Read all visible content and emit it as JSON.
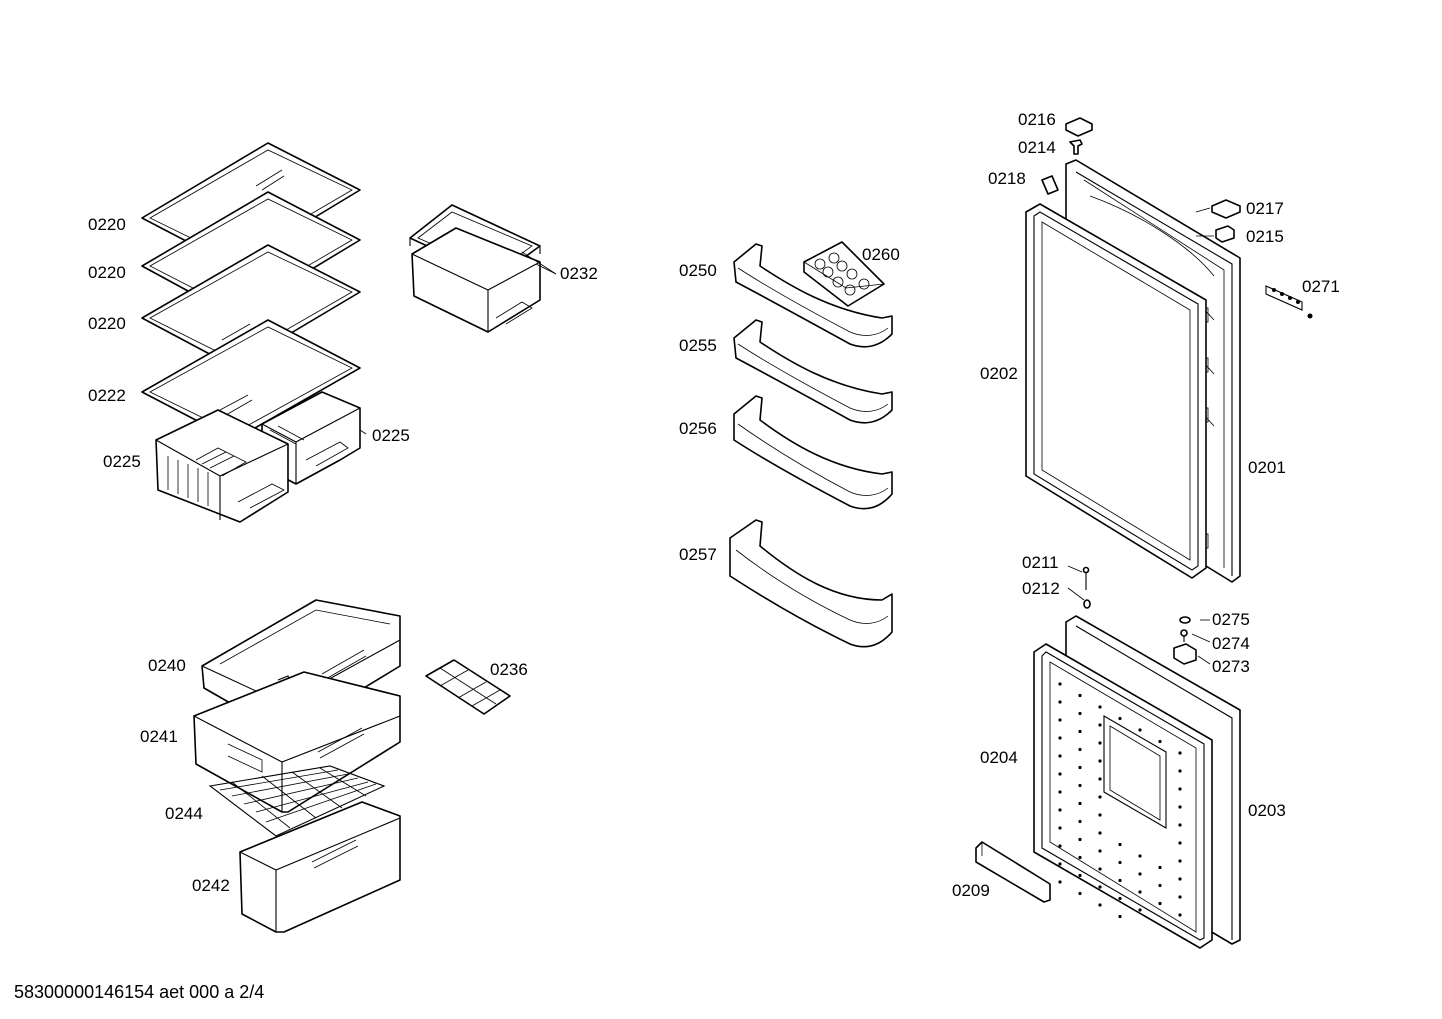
{
  "labels": {
    "p0220a": "0220",
    "p0220b": "0220",
    "p0220c": "0220",
    "p0222": "0222",
    "p0225a": "0225",
    "p0225b": "0225",
    "p0232": "0232",
    "p0250": "0250",
    "p0255": "0255",
    "p0256": "0256",
    "p0257": "0257",
    "p0260": "0260",
    "p0216": "0216",
    "p0214": "0214",
    "p0218": "0218",
    "p0217": "0217",
    "p0215": "0215",
    "p0271": "0271",
    "p0202": "0202",
    "p0201": "0201",
    "p0211": "0211",
    "p0212": "0212",
    "p0275": "0275",
    "p0274": "0274",
    "p0273": "0273",
    "p0204": "0204",
    "p0203": "0203",
    "p0209": "0209",
    "p0240": "0240",
    "p0236": "0236",
    "p0241": "0241",
    "p0244": "0244",
    "p0242": "0242"
  },
  "footer": "58300000146154 aet 000 a 2/4",
  "colors": {
    "line": "#000000",
    "background": "#ffffff"
  }
}
